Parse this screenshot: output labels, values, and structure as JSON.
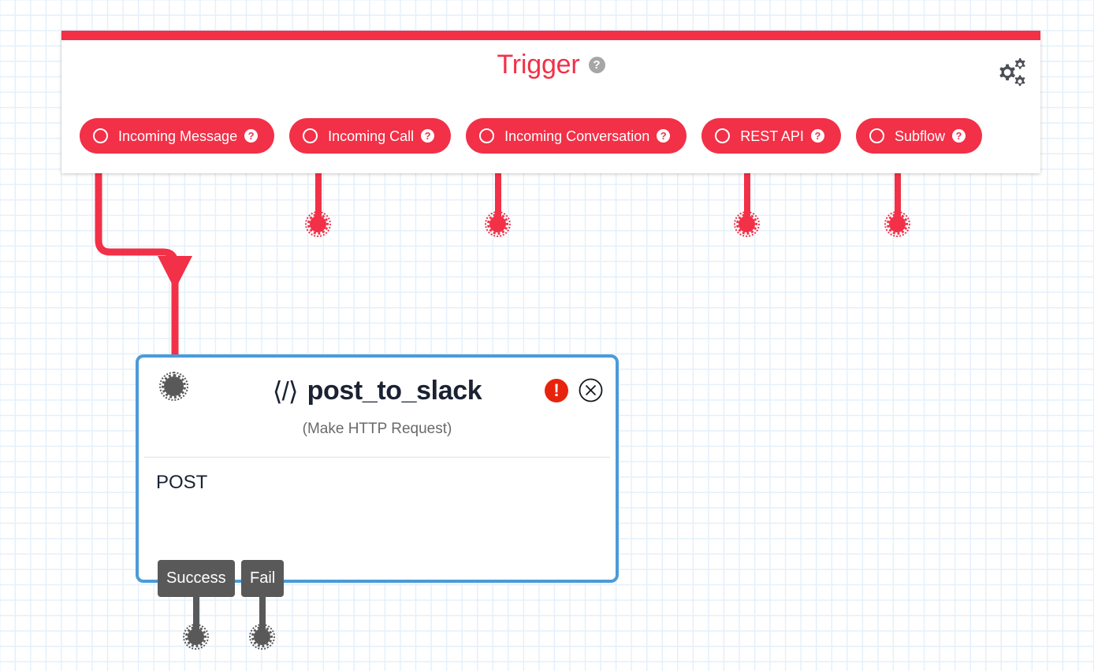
{
  "canvas": {
    "grid_color": "#e4f0fb",
    "background": "#ffffff"
  },
  "trigger_panel": {
    "accent_color": "#f23047",
    "title": "Trigger",
    "title_help": "?",
    "settings_icon": "gears-icon",
    "triggers": [
      {
        "label": "Incoming Message",
        "help": "?",
        "connected": true,
        "port": "port-incoming-message"
      },
      {
        "label": "Incoming Call",
        "help": "?",
        "connected": false,
        "port": "port-incoming-call"
      },
      {
        "label": "Incoming Conversation",
        "help": "?",
        "connected": false,
        "port": "port-incoming-conversation"
      },
      {
        "label": "REST API",
        "help": "?",
        "connected": false,
        "port": "port-rest-api"
      },
      {
        "label": "Subflow",
        "help": "?",
        "connected": false,
        "port": "port-subflow"
      }
    ]
  },
  "node": {
    "icon": "code-brackets-icon",
    "title": "post_to_slack",
    "subtitle": "(Make HTTP Request)",
    "method": "POST",
    "border_color": "#4a9bd8",
    "error_badge": "!",
    "close_badge": "x",
    "outputs": [
      {
        "label": "Success",
        "port": "port-success"
      },
      {
        "label": "Fail",
        "port": "port-fail"
      }
    ]
  },
  "colors": {
    "trigger_red": "#f23047",
    "node_blue": "#4a9bd8",
    "port_gray": "#595959",
    "error_red": "#e8230d",
    "text_dark": "#1a2233",
    "text_muted": "#6a6a6a"
  }
}
